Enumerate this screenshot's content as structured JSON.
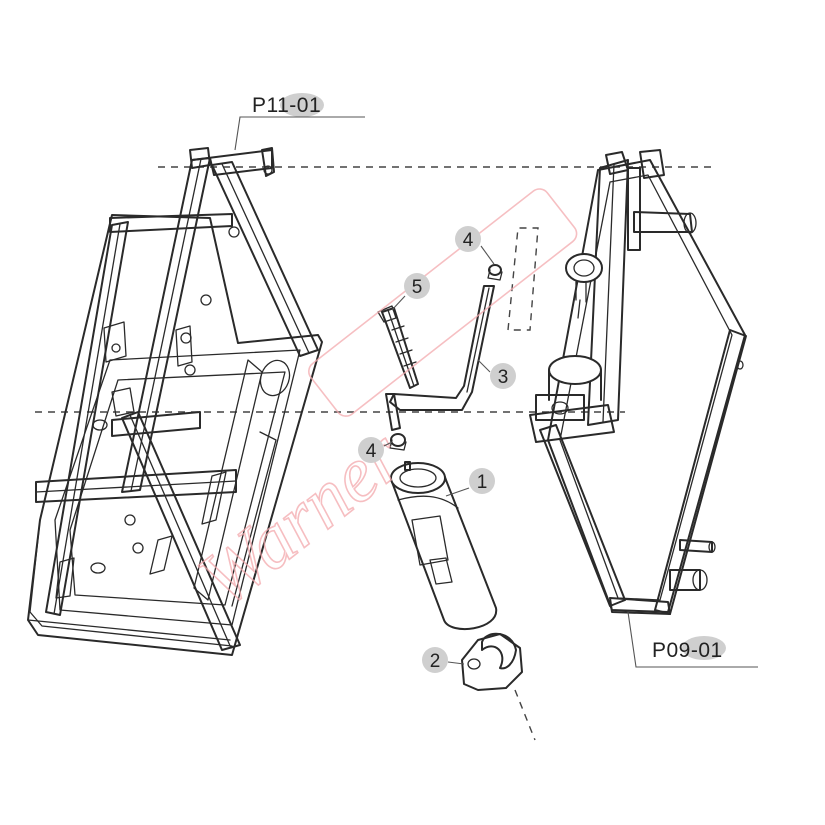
{
  "references": {
    "top_left": "P11-01",
    "bottom_right": "P09-01"
  },
  "callouts": [
    {
      "id": "c4a",
      "label": "4"
    },
    {
      "id": "c5",
      "label": "5"
    },
    {
      "id": "c3",
      "label": "3"
    },
    {
      "id": "c4b",
      "label": "4"
    },
    {
      "id": "c1",
      "label": "1"
    },
    {
      "id": "c2",
      "label": "2"
    }
  ],
  "watermark": "Warner"
}
